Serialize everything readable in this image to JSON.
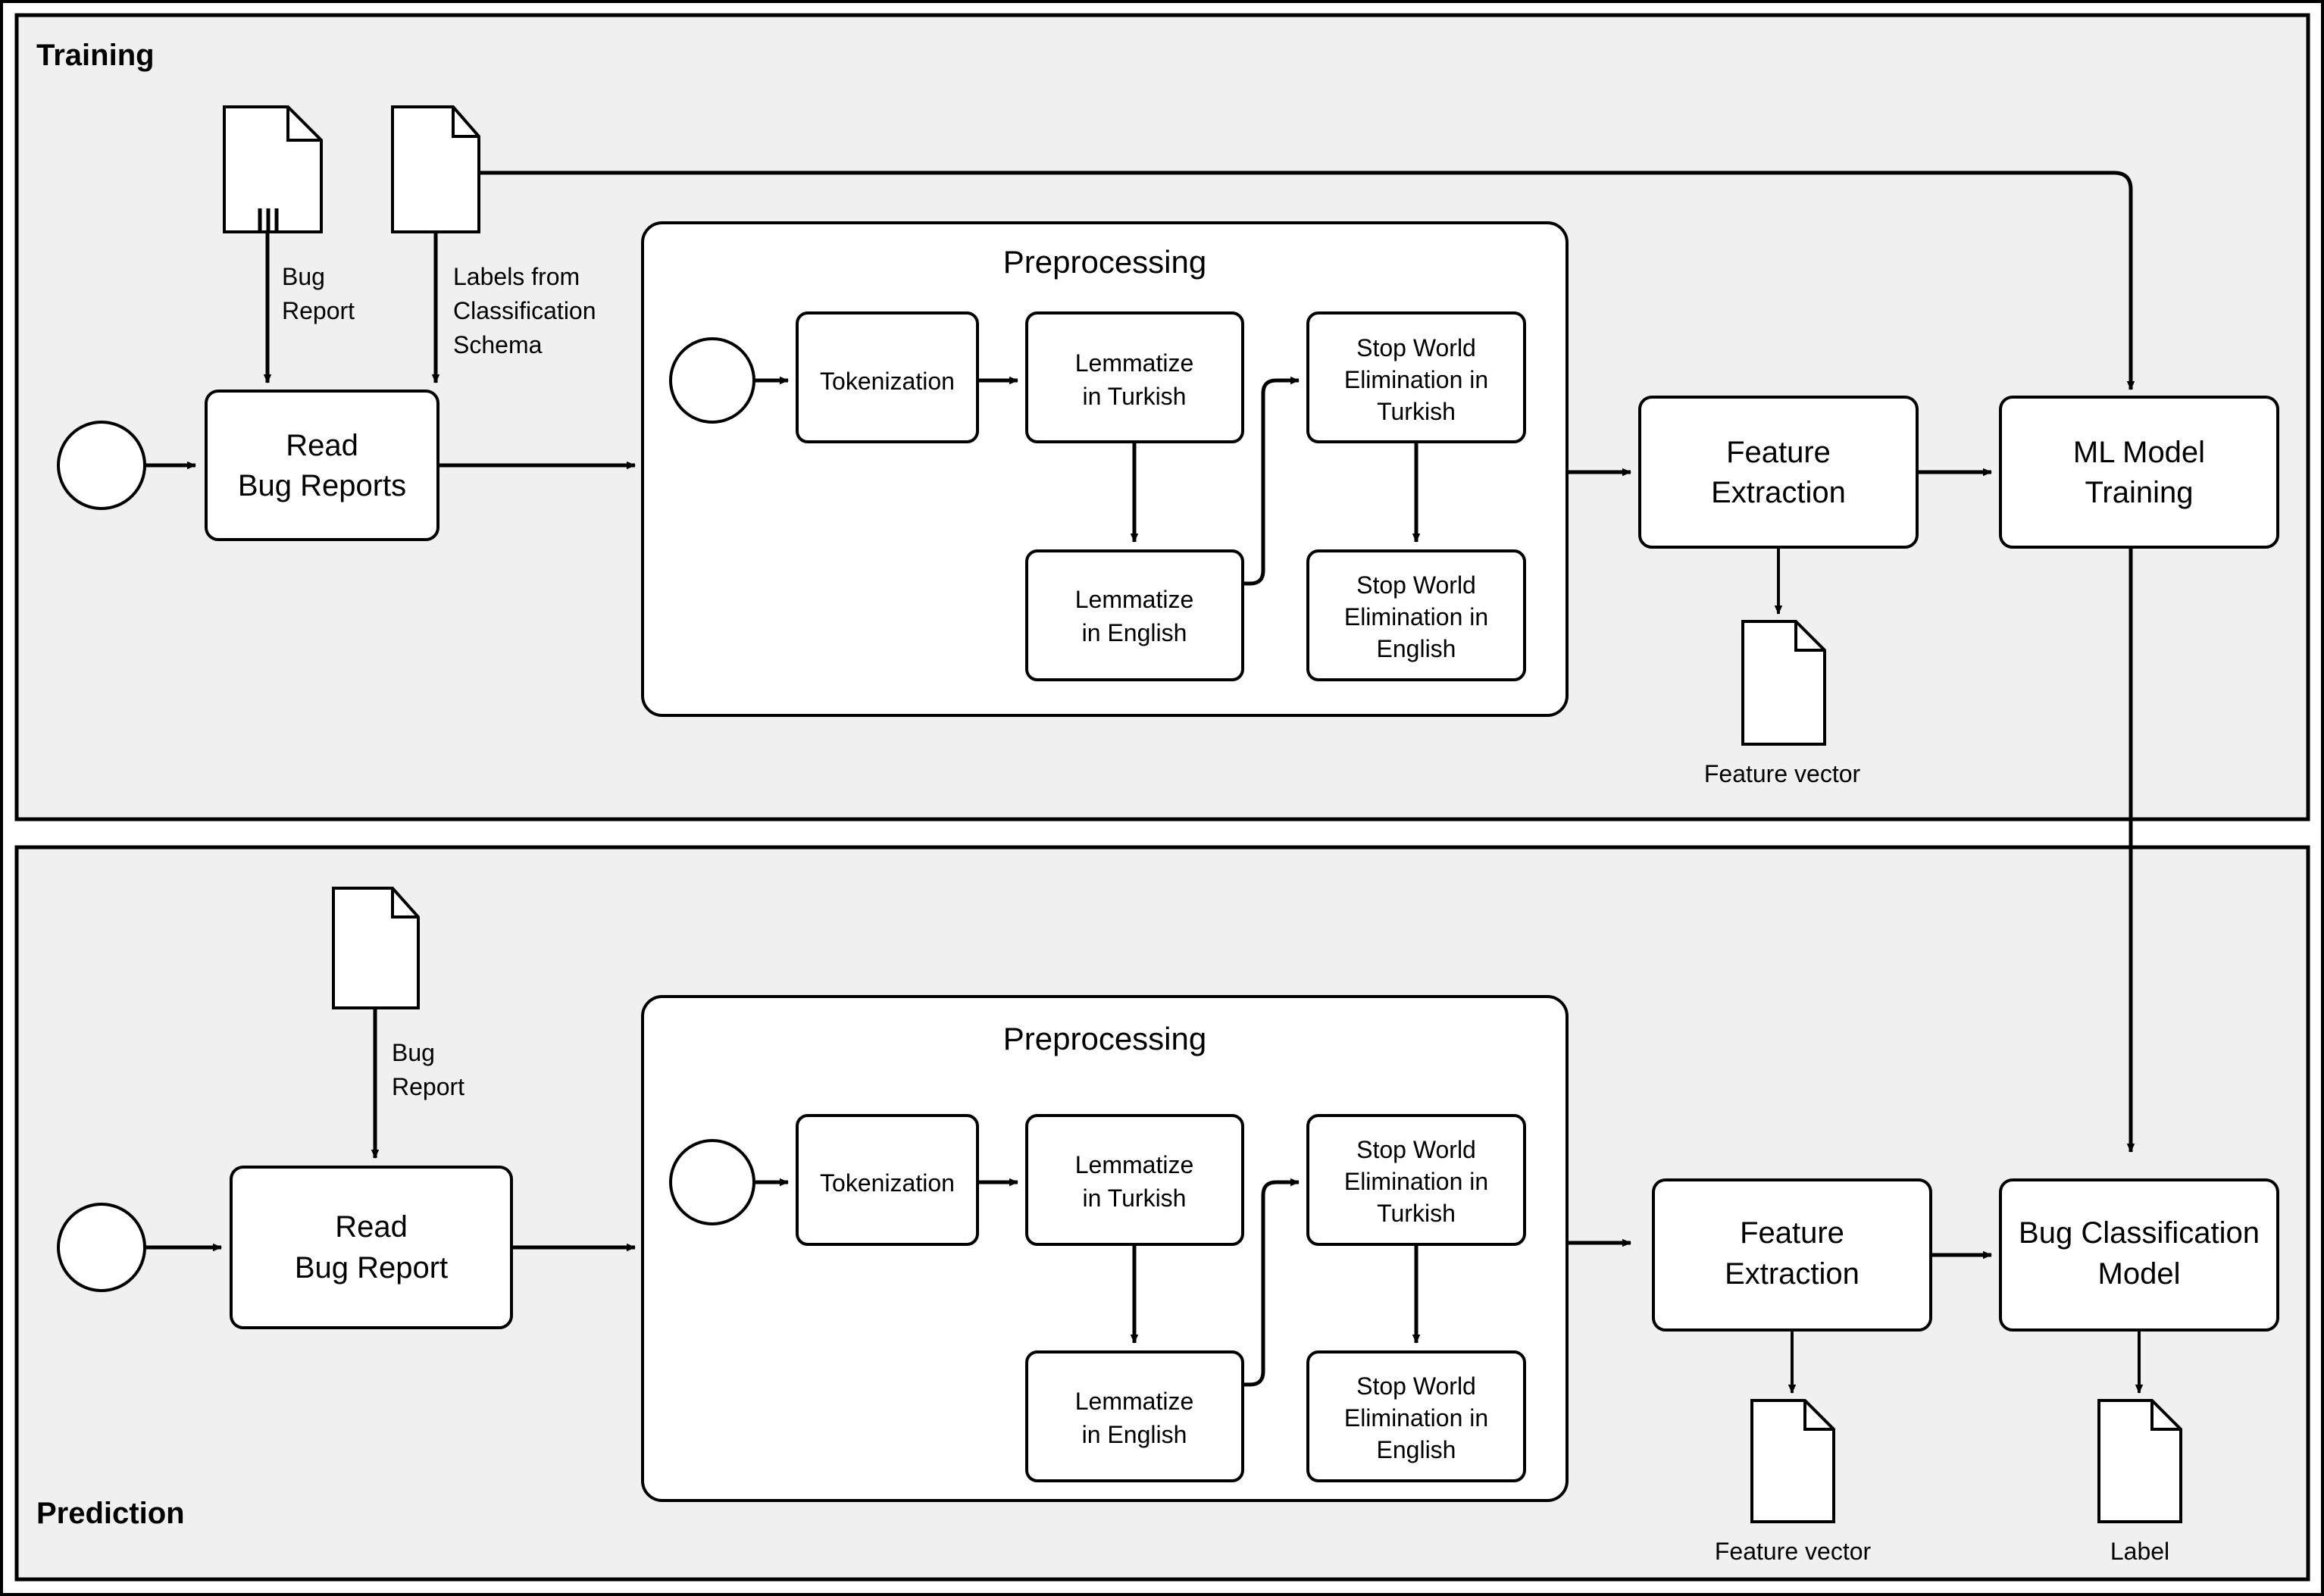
{
  "diagram": {
    "type": "bpmn-process-diagram",
    "colors": {
      "pool_fill": "#f0f0f0",
      "shape_fill": "#ffffff",
      "stroke": "#000000",
      "page_background": "#ffffff"
    }
  },
  "pools": [
    {
      "id": "training",
      "label": "Training",
      "label_position": "top-left"
    },
    {
      "id": "prediction",
      "label": "Prediction",
      "label_position": "bottom-left"
    }
  ],
  "training": {
    "pool_label": "Training",
    "start_event": "start-event",
    "documents": [
      {
        "name": "bug-report-document",
        "multi_instance": true
      },
      {
        "name": "labels-document",
        "multi_instance": false
      }
    ],
    "flow_labels": {
      "bug_report": "Bug\nReport",
      "bug_report_line1": "Bug",
      "bug_report_line2": "Report",
      "labels_line1": "Labels from",
      "labels_line2": "Classification",
      "labels_line3": "Schema"
    },
    "tasks": {
      "read_bug_reports_line1": "Read",
      "read_bug_reports_line2": "Bug Reports",
      "feature_extraction_line1": "Feature",
      "feature_extraction_line2": "Extraction",
      "ml_model_training_line1": "ML Model",
      "ml_model_training_line2": "Training"
    },
    "subprocess": {
      "title": "Preprocessing",
      "start_event": "start-event",
      "tasks": [
        {
          "id": "tokenization",
          "lines": [
            "Tokenization"
          ]
        },
        {
          "id": "lemmatize-turkish",
          "lines": [
            "Lemmatize",
            "in Turkish"
          ]
        },
        {
          "id": "lemmatize-english",
          "lines": [
            "Lemmatize",
            "in English"
          ]
        },
        {
          "id": "stopword-turkish",
          "lines": [
            "Stop World",
            "Elimination in",
            "Turkish"
          ]
        },
        {
          "id": "stopword-english",
          "lines": [
            "Stop World",
            "Elimination in",
            "English"
          ]
        }
      ]
    },
    "artifacts": [
      {
        "id": "feature-vector",
        "label": "Feature vector"
      }
    ]
  },
  "prediction": {
    "pool_label": "Prediction",
    "start_event": "start-event",
    "documents": [
      {
        "name": "bug-report-document",
        "multi_instance": false
      }
    ],
    "flow_labels": {
      "bug_report_line1": "Bug",
      "bug_report_line2": "Report"
    },
    "tasks": {
      "read_bug_report_line1": "Read",
      "read_bug_report_line2": "Bug Report",
      "feature_extraction_line1": "Feature",
      "feature_extraction_line2": "Extraction",
      "bug_classification_model_line1": "Bug Classification",
      "bug_classification_model_line2": "Model"
    },
    "subprocess": {
      "title": "Preprocessing",
      "start_event": "start-event",
      "tasks": [
        {
          "id": "tokenization",
          "lines": [
            "Tokenization"
          ]
        },
        {
          "id": "lemmatize-turkish",
          "lines": [
            "Lemmatize",
            "in Turkish"
          ]
        },
        {
          "id": "lemmatize-english",
          "lines": [
            "Lemmatize",
            "in English"
          ]
        },
        {
          "id": "stopword-turkish",
          "lines": [
            "Stop World",
            "Elimination in",
            "Turkish"
          ]
        },
        {
          "id": "stopword-english",
          "lines": [
            "Stop World",
            "Elimination in",
            "English"
          ]
        }
      ]
    },
    "artifacts": [
      {
        "id": "feature-vector",
        "label": "Feature vector"
      },
      {
        "id": "label",
        "label": "Label"
      }
    ]
  }
}
